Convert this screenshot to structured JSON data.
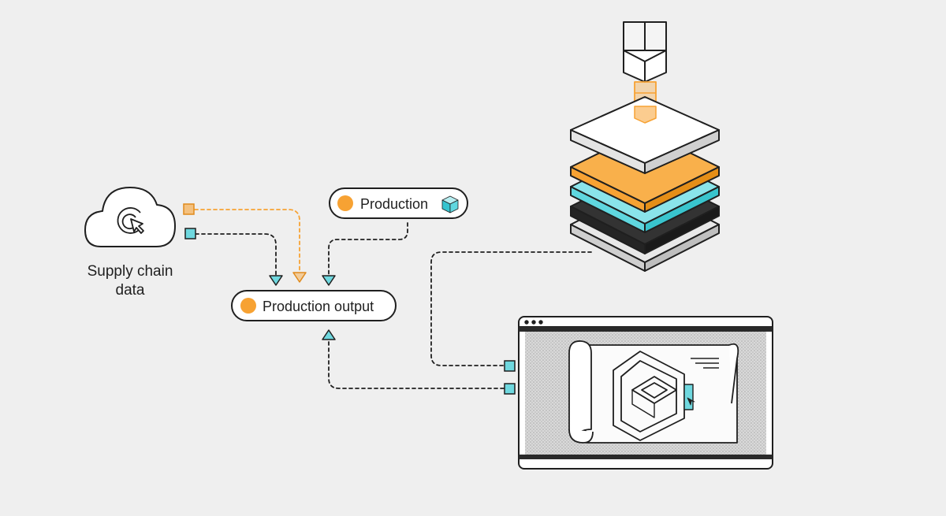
{
  "nodes": {
    "source": {
      "label_line1": "Supply chain",
      "label_line2": "data"
    },
    "production_pill": {
      "label": "Production"
    },
    "output_pill": {
      "label": "Production output"
    }
  },
  "colors": {
    "background": "#efefef",
    "orange": "#f7a233",
    "teal": "#6fd8df",
    "ink": "#1f1f1f",
    "dark_layer": "#2a2a2a",
    "light_layer": "#d6d6d6",
    "white": "#ffffff"
  },
  "icons": {
    "cloud": "cloud-cursor-icon",
    "cube": "cube-icon",
    "printer": "3d-printer-icon",
    "blueprint": "blueprint-icon"
  }
}
